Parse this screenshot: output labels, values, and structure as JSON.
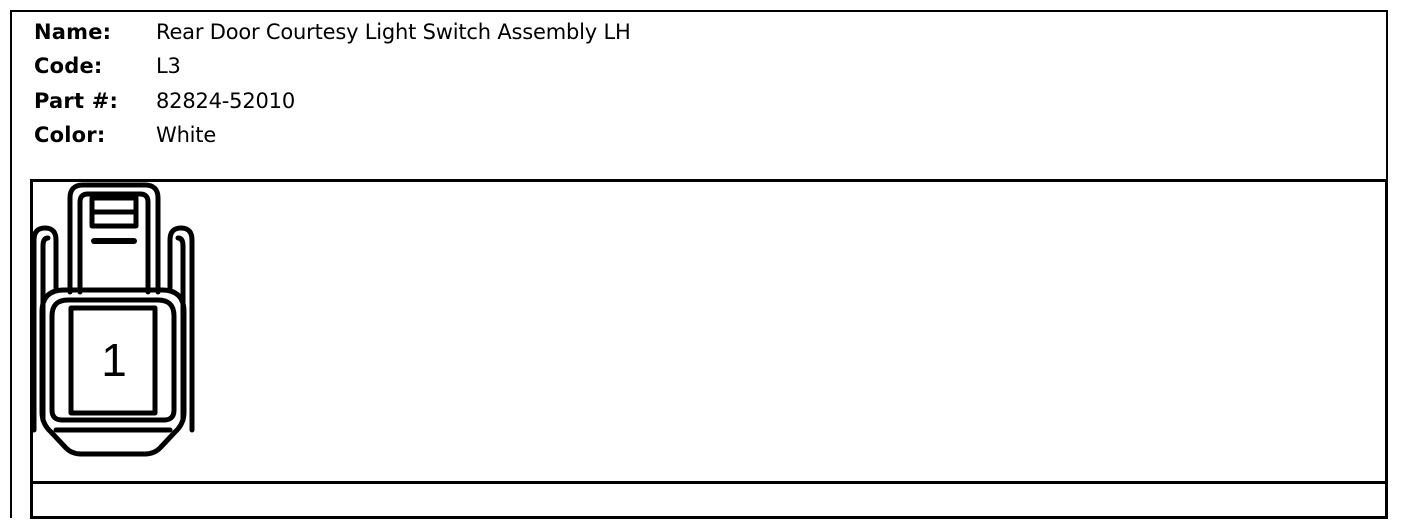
{
  "connector": {
    "name_label": "Name:",
    "name_value": "Rear Door Courtesy Light Switch Assembly LH",
    "code_label": "Code:",
    "code_value": "L3",
    "part_label": "Part #:",
    "part_value": "82824-52010",
    "color_label": "Color:",
    "color_value": "White"
  },
  "diagram": {
    "pins": [
      "1"
    ]
  }
}
